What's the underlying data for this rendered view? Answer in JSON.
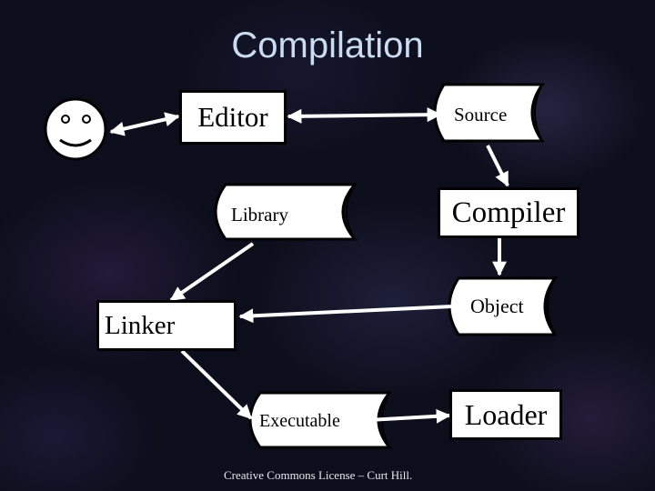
{
  "title": "Compilation",
  "nodes": {
    "editor": "Editor",
    "source": "Source",
    "library": "Library",
    "compiler": "Compiler",
    "object": "Object",
    "linker": "Linker",
    "executable": "Executable",
    "loader": "Loader"
  },
  "footer": "Creative Commons License – Curt Hill.",
  "colors": {
    "title": "#c9dcf2",
    "arrow": "#ffffff",
    "box_fill": "#ffffff",
    "box_border": "#000000"
  },
  "icons": {
    "user": "smiley-face-icon"
  }
}
